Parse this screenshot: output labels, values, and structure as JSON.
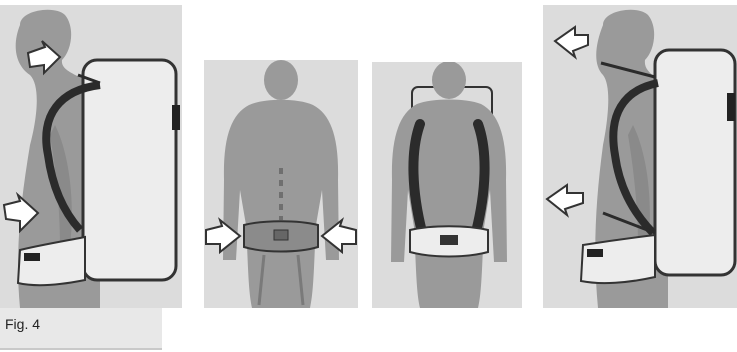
{
  "figure": {
    "caption": "Fig. 4",
    "panels": [
      {
        "name": "side-view-pack-loose",
        "icon": "backpack-side-view-illustration"
      },
      {
        "name": "rear-view-hip-belt",
        "icon": "hip-belt-rear-view-illustration"
      },
      {
        "name": "rear-view-shoulder-straps",
        "icon": "shoulder-straps-rear-view-illustration"
      },
      {
        "name": "side-view-pack-adjusted",
        "icon": "backpack-adjusted-side-view-illustration"
      }
    ]
  },
  "colors": {
    "panel_background": "#dcdcdc",
    "body": "#9a9a9a",
    "pack_frame": "#ededed",
    "strap": "#2b2b2b",
    "belt": "#8b8b8b",
    "arrow_fill": "#ffffff"
  }
}
